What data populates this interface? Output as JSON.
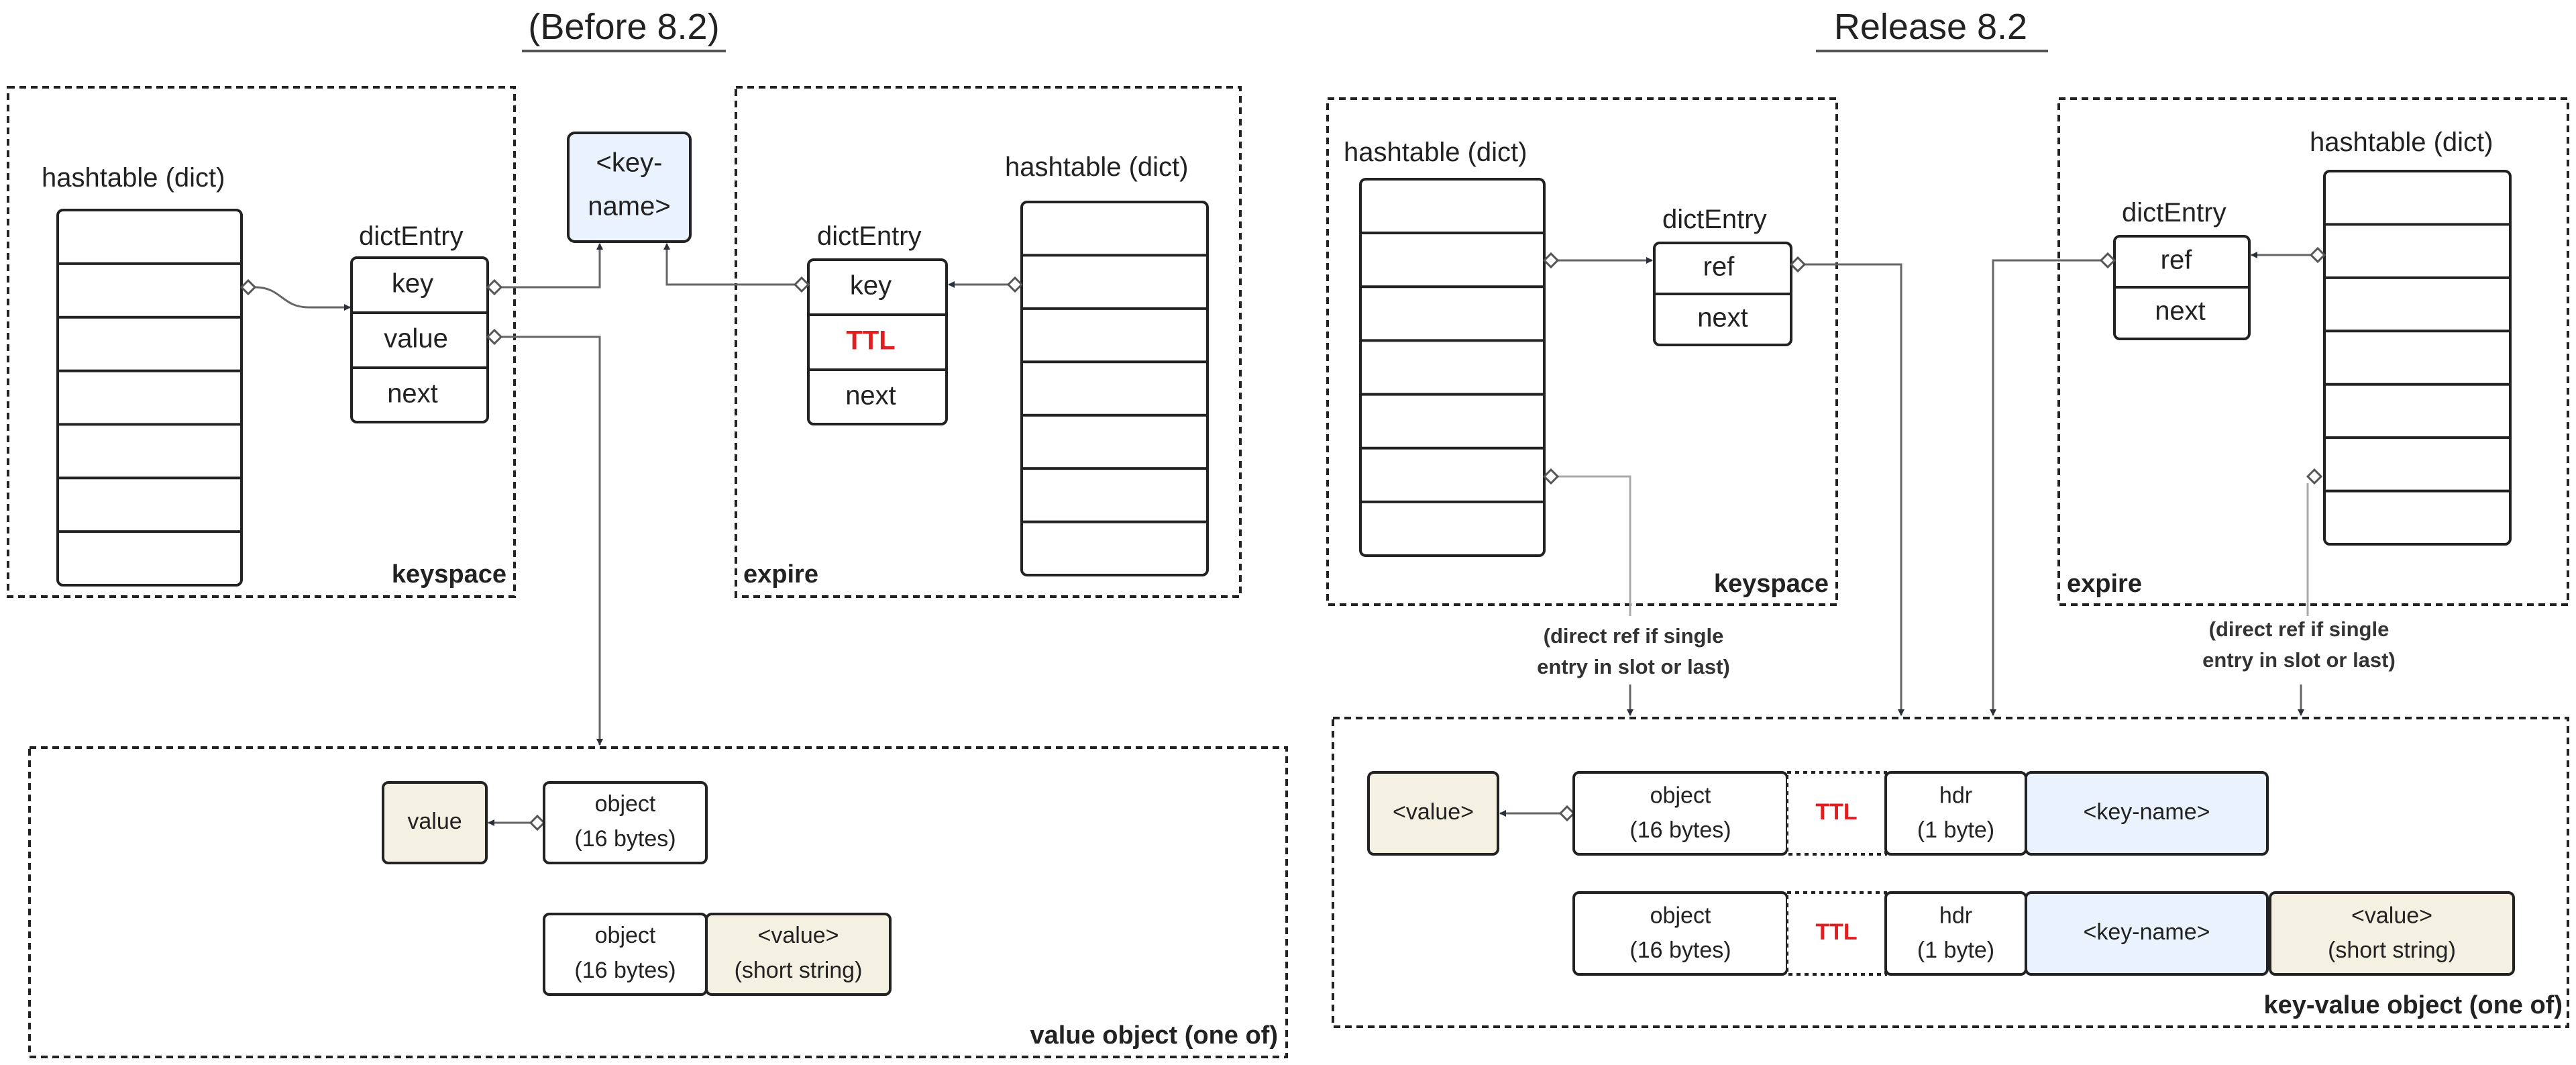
{
  "left": {
    "title": "(Before 8.2)",
    "keyspace_label": "keyspace",
    "expire_label": "expire",
    "hashtable_label": "hashtable (dict)",
    "dictentry_label": "dictEntry",
    "dictentry_fields": [
      "key",
      "value",
      "next"
    ],
    "expire_hashtable_label": "hashtable (dict)",
    "expire_dictentry_label": "dictEntry",
    "expire_dictentry_fields": [
      "key",
      "TTL",
      "next"
    ],
    "keyname_line1": "<key-",
    "keyname_line2": "name>",
    "value_object_label": "value object (one of)",
    "value_box": "value",
    "object_line1": "object",
    "object_line2": "(16 bytes)",
    "short_value_line1": "<value>",
    "short_value_line2": "(short string)"
  },
  "right": {
    "title": "Release 8.2",
    "keyspace_label": "keyspace",
    "expire_label": "expire",
    "hashtable_label": "hashtable (dict)",
    "dictentry_label": "dictEntry",
    "dictentry_fields": [
      "ref",
      "next"
    ],
    "expire_hashtable_label": "hashtable (dict)",
    "expire_dictentry_label": "dictEntry",
    "expire_dictentry_fields": [
      "ref",
      "next"
    ],
    "note_line1": "(direct ref if single",
    "note_line2": "entry in slot or last)",
    "kv_label": "key-value object (one of)",
    "value_box": "<value>",
    "object_line1": "object",
    "object_line2": "(16 bytes)",
    "ttl": "TTL",
    "hdr_line1": "hdr",
    "hdr_line2": "(1 byte)",
    "keyname": "<key-name>",
    "short_value_line1": "<value>",
    "short_value_line2": "(short string)"
  },
  "colors": {
    "keyname_fill": "#eaf3fd",
    "value_fill": "#f5f1e2",
    "ttl_text": "#e02020"
  }
}
